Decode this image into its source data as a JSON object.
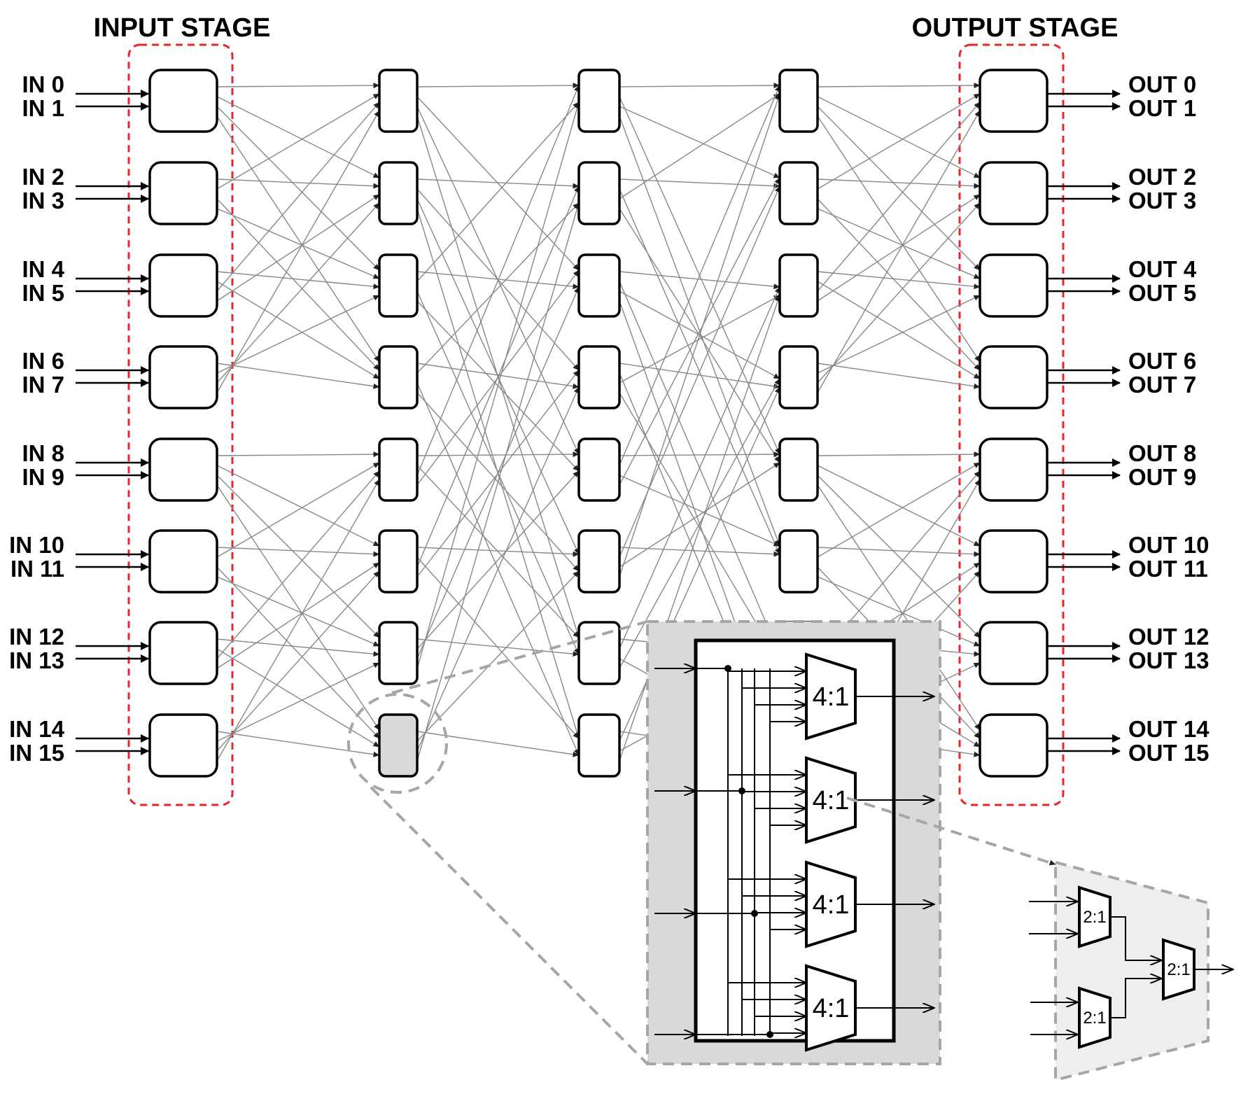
{
  "titles": {
    "input_stage": "INPUT STAGE",
    "output_stage": "OUTPUT STAGE"
  },
  "inputs": [
    "IN 0",
    "IN 1",
    "IN 2",
    "IN 3",
    "IN 4",
    "IN 5",
    "IN 6",
    "IN 7",
    "IN 8",
    "IN 9",
    "IN 10",
    "IN 11",
    "IN 12",
    "IN 13",
    "IN 14",
    "IN 15"
  ],
  "outputs": [
    "OUT 0",
    "OUT 1",
    "OUT 2",
    "OUT 3",
    "OUT 4",
    "OUT 5",
    "OUT 6",
    "OUT 7",
    "OUT 8",
    "OUT 9",
    "OUT 10",
    "OUT 11",
    "OUT 12",
    "OUT 13",
    "OUT 14",
    "OUT 15"
  ],
  "mux4_labels": [
    "4:1",
    "4:1",
    "4:1",
    "4:1"
  ],
  "mux2_labels": [
    "2:1",
    "2:1",
    "2:1"
  ],
  "colors": {
    "stage_outline": "#e8252a",
    "zoom_outline": "#a6a6a6",
    "zoom_fill": "#d9d9d9",
    "zoom2_fill": "#eeeeee",
    "wires": "#888888"
  }
}
